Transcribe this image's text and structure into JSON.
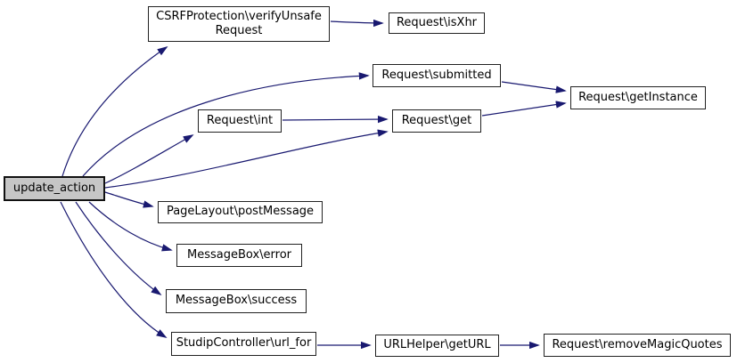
{
  "diagram": {
    "type": "call-graph",
    "nodes": {
      "update_action": {
        "label": "update_action",
        "highlighted": true
      },
      "csrf": {
        "label": "CSRFProtection\\verifyUnsafeRequest",
        "lines": [
          "CSRFProtection\\verifyUnsafe",
          "Request"
        ]
      },
      "isxhr": {
        "label": "Request\\isXhr"
      },
      "submitted": {
        "label": "Request\\submitted"
      },
      "getinstance": {
        "label": "Request\\getInstance"
      },
      "int": {
        "label": "Request\\int"
      },
      "get": {
        "label": "Request\\get"
      },
      "postmessage": {
        "label": "PageLayout\\postMessage"
      },
      "error": {
        "label": "MessageBox\\error"
      },
      "success": {
        "label": "MessageBox\\success"
      },
      "urlfor": {
        "label": "StudipController\\url_for"
      },
      "geturl": {
        "label": "URLHelper\\getURL"
      },
      "removemq": {
        "label": "Request\\removeMagicQuotes"
      }
    },
    "edges": [
      {
        "from": "update_action",
        "to": "CSRFProtection\\verifyUnsafeRequest"
      },
      {
        "from": "update_action",
        "to": "Request\\submitted"
      },
      {
        "from": "update_action",
        "to": "Request\\int"
      },
      {
        "from": "update_action",
        "to": "Request\\get"
      },
      {
        "from": "update_action",
        "to": "PageLayout\\postMessage"
      },
      {
        "from": "update_action",
        "to": "MessageBox\\error"
      },
      {
        "from": "update_action",
        "to": "MessageBox\\success"
      },
      {
        "from": "update_action",
        "to": "StudipController\\url_for"
      },
      {
        "from": "CSRFProtection\\verifyUnsafeRequest",
        "to": "Request\\isXhr"
      },
      {
        "from": "Request\\submitted",
        "to": "Request\\getInstance"
      },
      {
        "from": "Request\\int",
        "to": "Request\\get"
      },
      {
        "from": "Request\\get",
        "to": "Request\\getInstance"
      },
      {
        "from": "StudipController\\url_for",
        "to": "URLHelper\\getURL"
      },
      {
        "from": "URLHelper\\getURL",
        "to": "Request\\removeMagicQuotes"
      }
    ],
    "colors": {
      "edge": "#191970",
      "node_border": "#222222",
      "node_fill": "#ffffff",
      "highlight_fill": "#c6c6c6",
      "text": "#000000",
      "background": "#ffffff"
    }
  }
}
